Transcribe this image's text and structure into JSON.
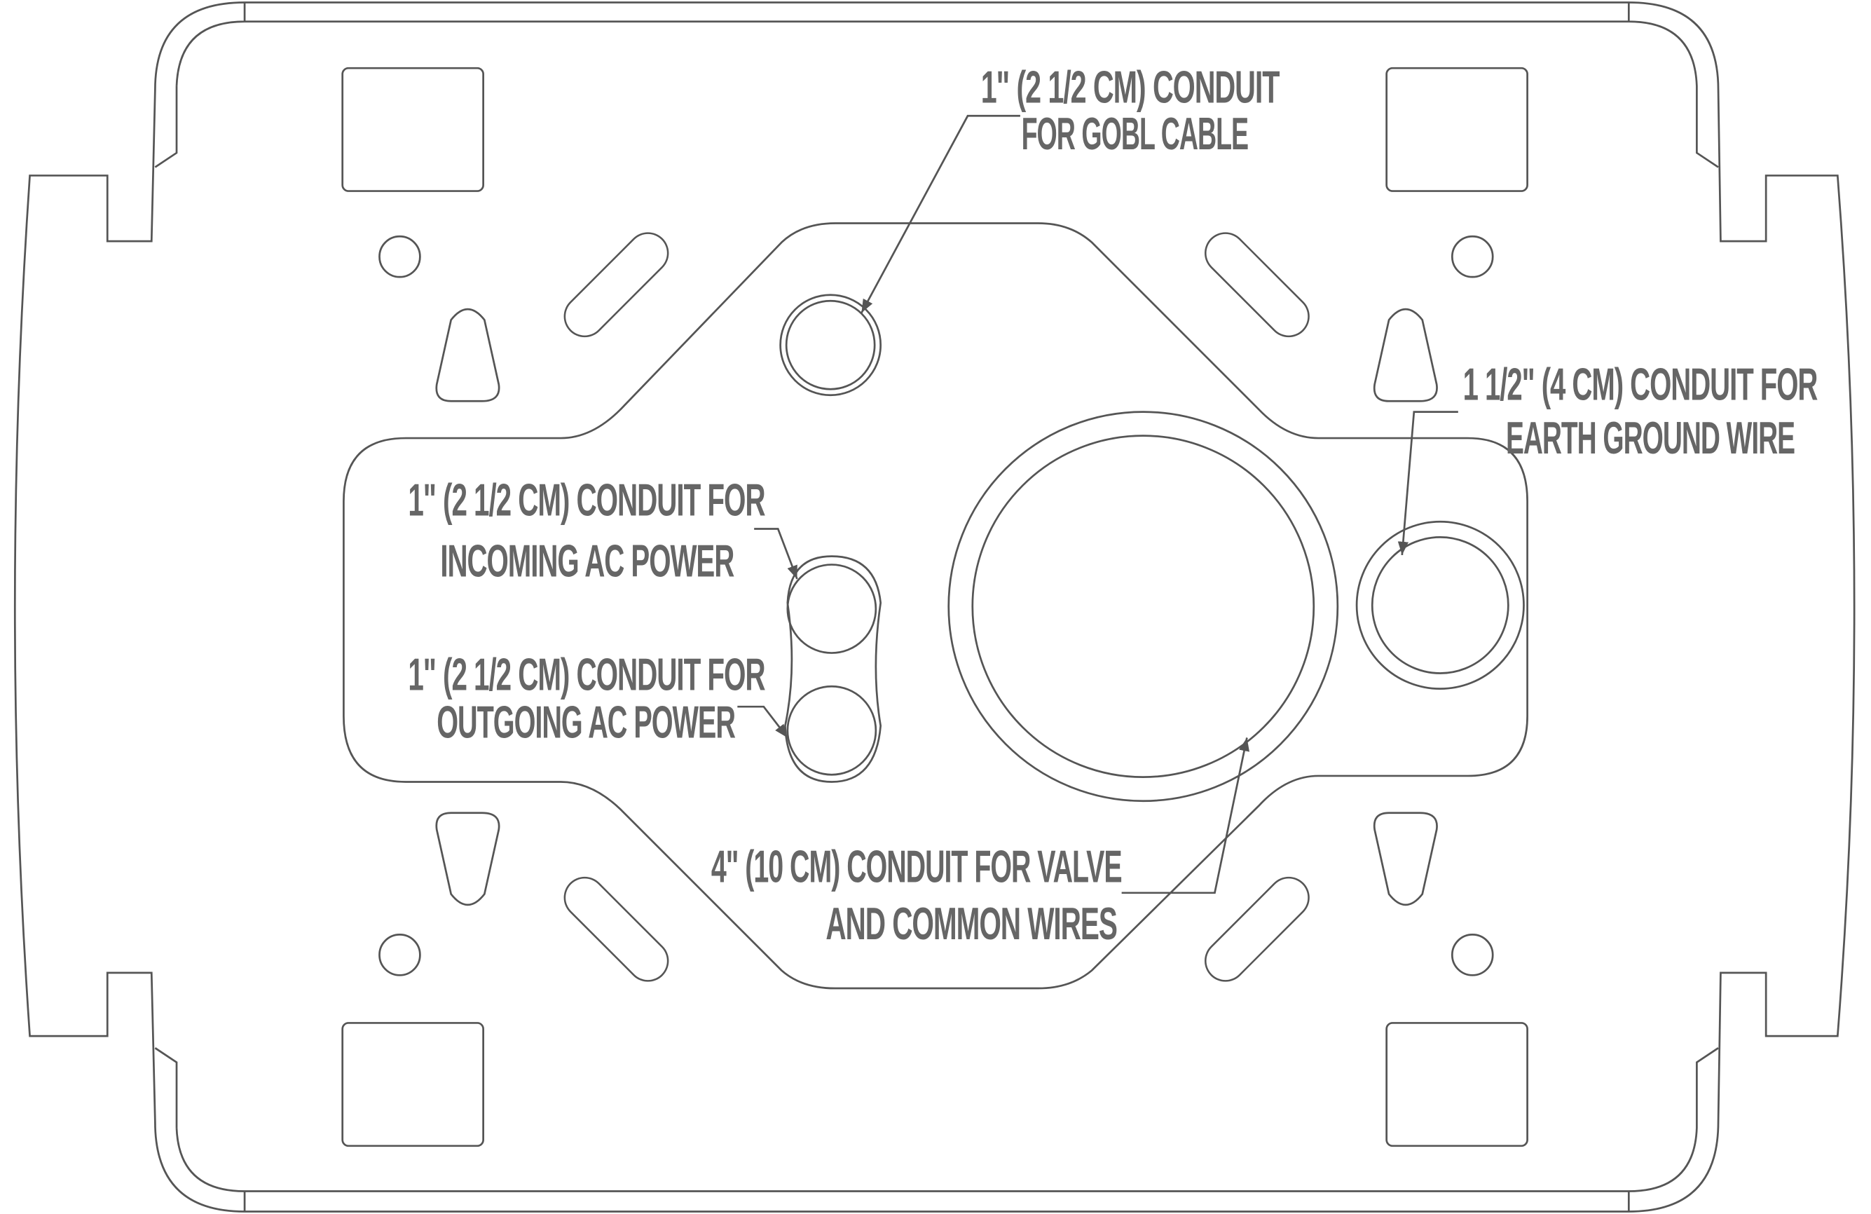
{
  "diagram": {
    "stroke_color": "#555555",
    "text_color": "#666666",
    "labels": {
      "gobl": [
        "1\" (2 1/2 CM) CONDUIT",
        "FOR GOBL CABLE"
      ],
      "earth": [
        "1 1/2\" (4 CM) CONDUIT FOR",
        "EARTH GROUND WIRE"
      ],
      "ac_in": [
        "1\" (2 1/2 CM) CONDUIT FOR",
        "INCOMING AC POWER"
      ],
      "ac_out": [
        "1\" (2 1/2 CM) CONDUIT FOR",
        "OUTGOING AC POWER"
      ],
      "valve": [
        "4\" (10 CM) CONDUIT FOR VALVE",
        "AND COMMON WIRES"
      ]
    }
  }
}
